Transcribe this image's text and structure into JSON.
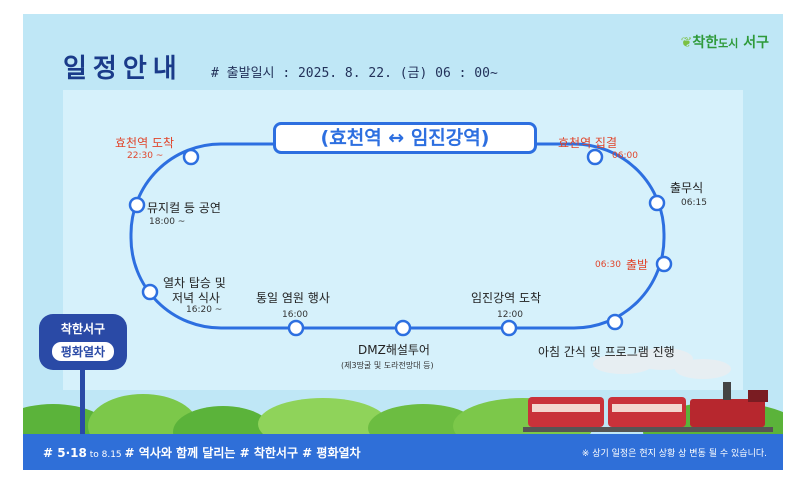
{
  "header": {
    "title": "일정안내",
    "departure": "# 출발일시 : 2025. 8. 22. (금) 06 : 00~",
    "brand_prefix": "착한",
    "brand_mid": "도시",
    "brand_suffix": " 서구"
  },
  "route": {
    "title": "(효천역 ↔ 임진강역)"
  },
  "stops": [
    {
      "label": "효천역 도착",
      "time": "22:30 ~"
    },
    {
      "label": "효천역 집결",
      "time": "06:00"
    },
    {
      "label": "출무식",
      "time": "06:15"
    },
    {
      "label": "출발",
      "time": "06:30"
    },
    {
      "label": "뮤지컬 등 공연",
      "time": "18:00 ~"
    },
    {
      "label_line1": "열차 탑승 및",
      "label_line2": "저녁 식사",
      "time": "16:20 ~"
    },
    {
      "label": "통일 염원 행사",
      "time": "16:00"
    },
    {
      "label": "DMZ해설투어",
      "note": "(제3땅굴 및 도라전망대 등)"
    },
    {
      "label": "임진강역 도착",
      "time": "12:00"
    },
    {
      "label": "아침 간식 및 프로그램 진행"
    }
  ],
  "sign": {
    "line1": "착한서구",
    "line2": "평화열차"
  },
  "footer": {
    "hashtags_a": "# 5·18",
    "hashtags_to": " to 8.15 ",
    "hashtags_b": "# 역사와 함께 달리는 # 착한서구 # 평화열차",
    "notice": "※ 상기 일정은 현지 상황 상 변동 될 수 있습니다."
  },
  "colors": {
    "accent": "#2d6fe0",
    "highlight": "#e0452b",
    "sky": "#bfe7f6",
    "bar": "#2f6fd8",
    "grass": "#6fbf3c",
    "train": "#c9323a"
  }
}
